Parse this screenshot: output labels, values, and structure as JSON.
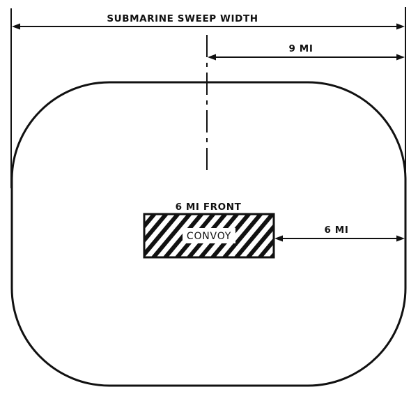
{
  "labels": {
    "sweep_width": "SUBMARINE SWEEP WIDTH",
    "nine_mi": "9 MI",
    "front": "6 MI FRONT",
    "convoy": "CONVOY",
    "six_mi": "6 MI"
  },
  "colors": {
    "ink": "#111111",
    "paper": "#ffffff"
  }
}
